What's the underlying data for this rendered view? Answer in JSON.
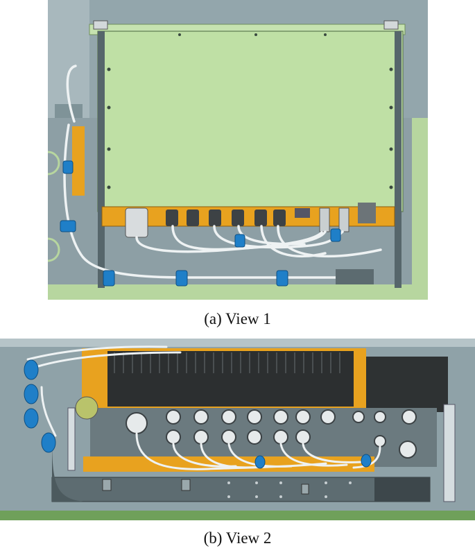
{
  "figure": {
    "panels": [
      {
        "id": "a",
        "caption": "(a) View 1"
      },
      {
        "id": "b",
        "caption": "(b) View 2"
      }
    ]
  },
  "colors": {
    "background_gray": "#8fa2a8",
    "frame_green": "#b9dca1",
    "board_green": "#bfe0a5",
    "bracket_orange": "#e8a21f",
    "cable_white": "#eef2f3",
    "clip_blue": "#1f7fc8",
    "heatsink_dark": "#2c2f30",
    "rail_light": "#d5dde0"
  }
}
